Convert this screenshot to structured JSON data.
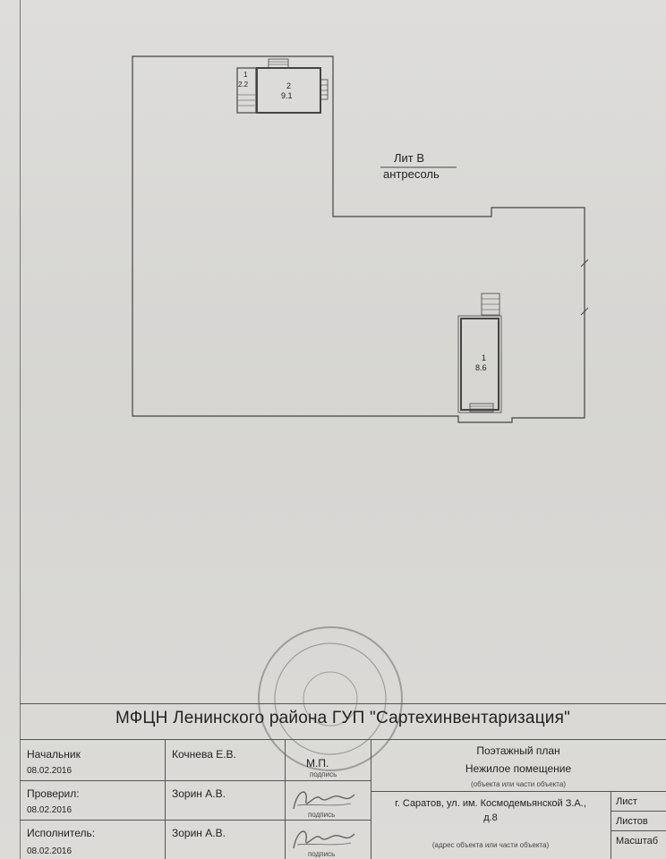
{
  "plan": {
    "lit_label": "Лит В",
    "antresol_label": "антресоль",
    "rooms": [
      {
        "number": "1",
        "area": "2.2"
      },
      {
        "number": "2",
        "area": "9.1"
      },
      {
        "number": "1",
        "area": "8.6"
      }
    ]
  },
  "title_block": {
    "organization": "МФЦН Ленинского района ГУП \"Сартехинвентаризация\"",
    "rows": [
      {
        "role": "Начальник",
        "date": "08.02.2016",
        "name": "Кочнева Е.В.",
        "mark": "М.П.",
        "mark_caption": "подпись"
      },
      {
        "role": "Проверил:",
        "date": "08.02.2016",
        "name": "Зорин А.В.",
        "mark_caption": "подпись"
      },
      {
        "role": "Исполнитель:",
        "date": "08.02.2016",
        "name": "Зорин А.В.",
        "mark_caption": "подпись"
      }
    ],
    "plan_type": "Поэтажный план",
    "object_name": "Нежилое помещение",
    "object_caption": "(объекта или части объекта)",
    "address_line1": "г. Саратов, ул. им. Космодемьянской З.А.,",
    "address_line2": "д.8",
    "address_caption": "(адрес объекта или части объекта)",
    "sheet_label": "Лист",
    "sheets_label": "Листов",
    "scale_label": "Масштаб"
  }
}
